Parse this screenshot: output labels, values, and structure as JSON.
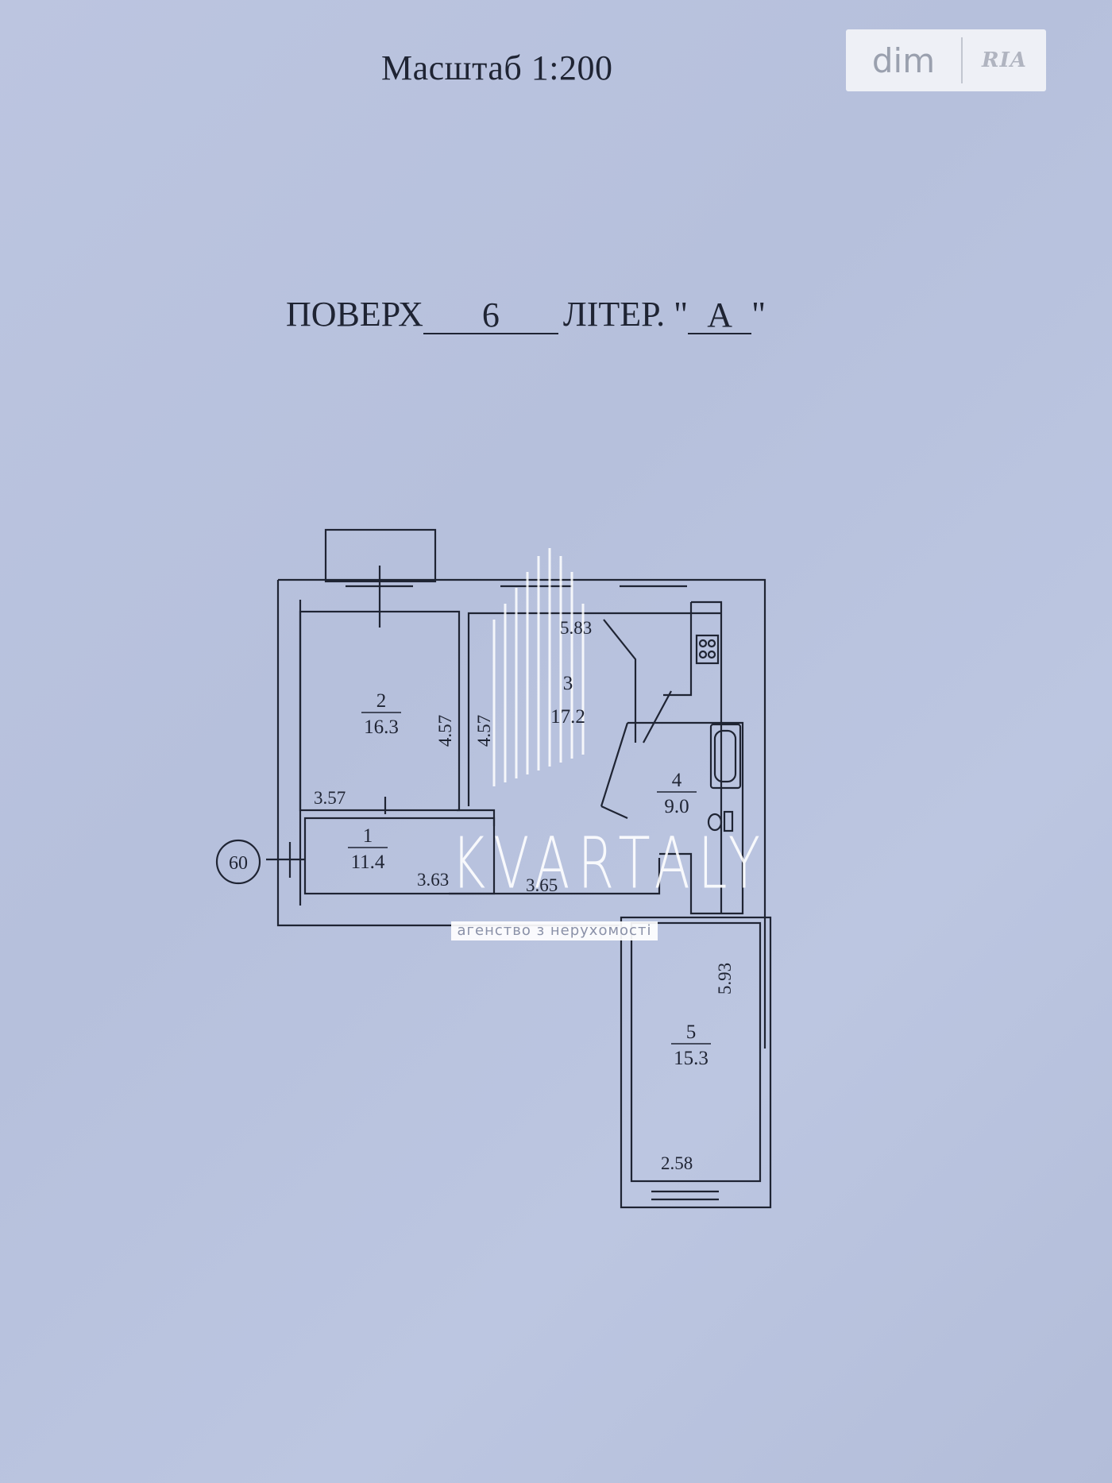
{
  "header": {
    "scale_label": "Масштаб 1:200",
    "floor_prefix": "ПОВЕРХ",
    "floor_value": "6",
    "letter_prefix": "ЛІТЕР. \"",
    "letter_value": "А",
    "letter_suffix": "\""
  },
  "logo": {
    "left_text": "dim",
    "right_text": "RIA"
  },
  "watermark": {
    "name": "KVARTALY",
    "tagline": "агенство з нерухомості"
  },
  "rooms": [
    {
      "number": "1",
      "area": "11.4"
    },
    {
      "number": "2",
      "area": "16.3"
    },
    {
      "number": "3",
      "area": "17.2"
    },
    {
      "number": "4",
      "area": "9.0"
    },
    {
      "number": "5",
      "area": "15.3"
    }
  ],
  "dimensions": {
    "room2_height": "4.57",
    "room3_height": "4.57",
    "room2_width": "3.57",
    "room3_width": "5.83",
    "corridor_left": "3.63",
    "corridor_right": "3.65",
    "room5_height": "5.93",
    "room5_width": "2.58"
  },
  "entrance_marker": "60",
  "colors": {
    "paper": "#b9c3df",
    "ink": "#1f2433"
  }
}
